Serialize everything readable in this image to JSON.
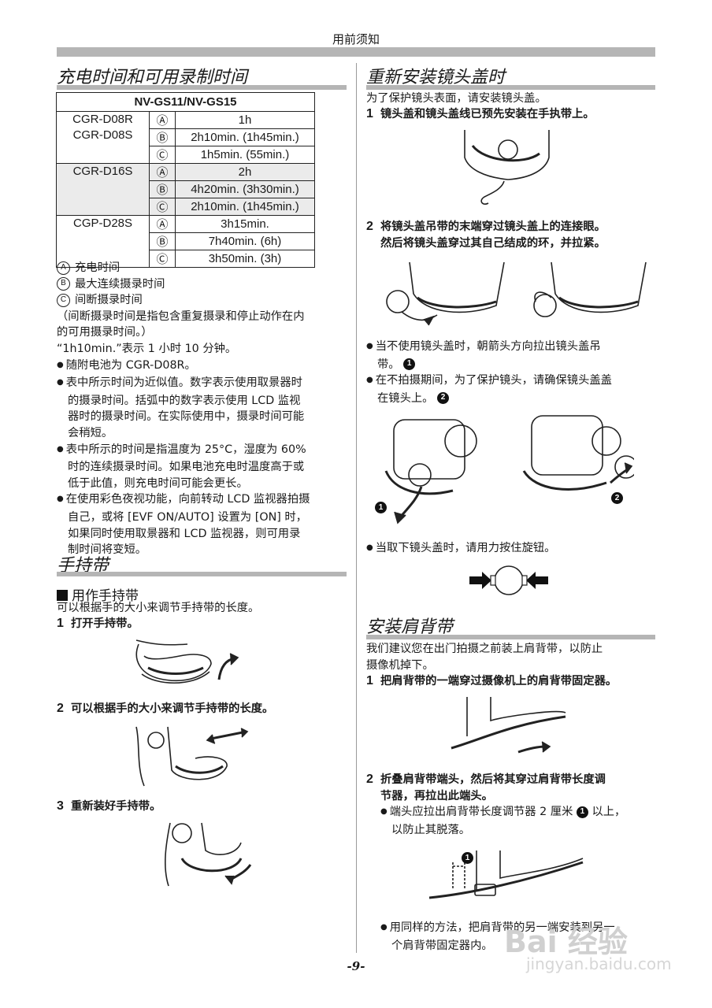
{
  "header": {
    "title": "用前须知"
  },
  "charging": {
    "title": "充电时间和可用录制时间",
    "table_header": "NV-GS11/NV-GS15",
    "rows": [
      {
        "batteries": [
          "CGR-D08R",
          "CGR-D08S"
        ],
        "values": [
          [
            "Ⓐ",
            "1h"
          ],
          [
            "Ⓑ",
            "2h10min. (1h45min.)"
          ],
          [
            "Ⓒ",
            "1h5min. (55min.)"
          ]
        ]
      },
      {
        "batteries": [
          "CGR-D16S"
        ],
        "values": [
          [
            "Ⓐ",
            "2h"
          ],
          [
            "Ⓑ",
            "4h20min. (3h30min.)"
          ],
          [
            "Ⓒ",
            "2h10min. (1h45min.)"
          ]
        ]
      },
      {
        "batteries": [
          "CGP-D28S"
        ],
        "values": [
          [
            "Ⓐ",
            "3h15min."
          ],
          [
            "Ⓑ",
            "7h40min. (6h)"
          ],
          [
            "Ⓒ",
            "3h50min. (3h)"
          ]
        ]
      }
    ],
    "legend": [
      {
        "mark": "A",
        "text": "充电时间"
      },
      {
        "mark": "B",
        "text": "最大连续摄录时间"
      },
      {
        "mark": "C",
        "text": "间断摄录时间"
      }
    ],
    "note_lines": [
      "（间断摄录时间是指包含重复摄录和停止动作在内",
      "的可用摄录时间。）",
      "“1h10min.”表示 1 小时 10 分钟。"
    ],
    "bullets": [
      [
        "随附电池为 CGR-D08R。"
      ],
      [
        "表中所示时间为近似值。数字表示使用取景器时",
        "的摄录时间。括弧中的数字表示使用 LCD 监视",
        "器时的摄录时间。在实际使用中，摄录时间可能",
        "会稍短。"
      ],
      [
        "表中所示的时间是指温度为 25°C，湿度为 60%",
        "时的连续摄录时间。如果电池充电时温度高于或",
        "低于此值，则充电时间可能会更长。"
      ],
      [
        "在使用彩色夜视功能，向前转动 LCD 监视器拍摄",
        "自己，或将 [EVF ON/AUTO] 设置为 [ON] 时，",
        "如果同时使用取景器和 LCD 监视器，则可用录",
        "制时间将变短。"
      ]
    ]
  },
  "grip": {
    "title": "手持带",
    "subhead": "用作手持带",
    "intro": "可以根据手的大小来调节手持带的长度。",
    "steps": [
      {
        "num": "1",
        "text": "打开手持带。"
      },
      {
        "num": "2",
        "text": "可以根据手的大小来调节手持带的长度。"
      },
      {
        "num": "3",
        "text": "重新装好手持带。"
      }
    ]
  },
  "lens_cap": {
    "title": "重新安装镜头盖时",
    "intro": "为了保护镜头表面，请安装镜头盖。",
    "steps": [
      {
        "num": "1",
        "lines": [
          "镜头盖和镜头盖线已预先安装在手执带上。"
        ]
      },
      {
        "num": "2",
        "lines": [
          "将镜头盖吊带的末端穿过镜头盖上的连接眼。",
          "然后将镜头盖穿过其自己结成的环，并拉紧。"
        ]
      }
    ],
    "bullet1": [
      "当不使用镜头盖时，朝箭头方向拉出镜头盖吊",
      "带。"
    ],
    "bullet1_mark": "1",
    "bullet2": [
      "在不拍摄期间，为了保护镜头，请确保镜头盖盖",
      "在镜头上。"
    ],
    "bullet2_mark": "2",
    "fig_marks": [
      "1",
      "2"
    ],
    "bullet3": "当取下镜头盖时，请用力按住旋钮。"
  },
  "shoulder": {
    "title": "安装肩背带",
    "intro": [
      "我们建议您在出门拍摄之前装上肩背带，以防止",
      "摄像机掉下。"
    ],
    "step1": {
      "num": "1",
      "text": "把肩背带的一端穿过摄像机上的肩背带固定器。"
    },
    "step2": {
      "num": "2",
      "lines": [
        "折叠肩背带端头，然后将其穿过肩背带长度调",
        "节器，再拉出此端头。"
      ]
    },
    "sub_bullet_a": "端头应拉出肩背带长度调节器 2 厘米",
    "sub_bullet_mark": "1",
    "sub_bullet_b": "以上，",
    "sub_bullet_c": "以防止其脱落。",
    "fig_mark": "1",
    "last_bullet": [
      "用同样的方法，把肩背带的另一端安装到另一",
      "个肩背带固定器内。"
    ]
  },
  "footer": {
    "page": "-9-"
  },
  "watermark": {
    "text": "Bai 经验",
    "url": "jingyan.baidu.com"
  }
}
